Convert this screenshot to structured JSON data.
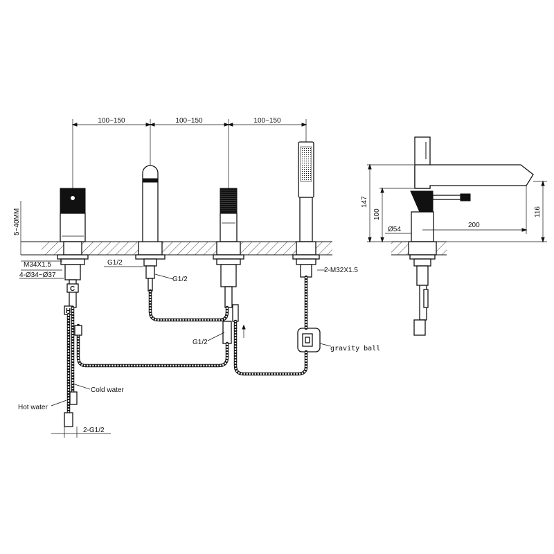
{
  "labels": {
    "spacing_1": "100~150",
    "spacing_2": "100~150",
    "spacing_3": "100~150",
    "deck_thickness": "5~40MM",
    "thread_m34": "M34X1.5",
    "hole_dia": "4-Ø34~Ø37",
    "spout_thread": "G1/2",
    "spout_inlet": "G1/2",
    "diverter_thread": "G1/2",
    "shower_thread": "2-M32X1.5",
    "gravity_ball": "gravity ball",
    "cold_water": "Cold water",
    "hot_water": "Hot water",
    "inlet_thread": "2-G1/2",
    "cold_mark": "C",
    "hot_mark": "H",
    "height_total": "147",
    "height_lever": "100",
    "height_spout": "116",
    "spout_reach": "200",
    "base_dia": "Ø54"
  },
  "colors": {
    "line": "#111111",
    "background": "#ffffff"
  }
}
